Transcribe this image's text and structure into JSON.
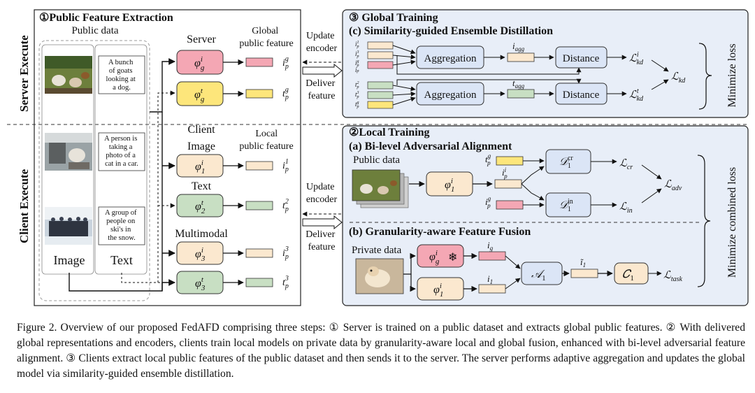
{
  "sections": {
    "public_extraction": "①Public Feature Extraction",
    "global_training": "③ Global Training",
    "ensemble_distillation": "(c) Similarity-guided Ensemble Distillation",
    "local_training": "②Local Training",
    "adversarial_alignment": "(a) Bi-level Adversarial Alignment",
    "feature_fusion": "(b) Granularity-aware Feature Fusion"
  },
  "side_labels": {
    "server": "Server Execute",
    "client": "Client Execute"
  },
  "public_data": {
    "title": "Public data",
    "captions": [
      [
        "A bunch",
        "of goats",
        "looking at",
        "a dog."
      ],
      [
        "A person is",
        "taking a",
        "photo of a",
        "cat in a car."
      ],
      [
        "A group of",
        "people on",
        "ski's in",
        "the snow."
      ]
    ],
    "image_label": "Image",
    "text_label": "Text"
  },
  "labels": {
    "server": "Server",
    "global_feature": [
      "Global",
      "public feature"
    ],
    "client": "Client",
    "image": "Image",
    "text": "Text",
    "multimodal": "Multimodal",
    "local_feature": [
      "Local",
      "public feature"
    ],
    "update_encoder": [
      "Update",
      "encoder"
    ],
    "deliver_feature": [
      "Deliver",
      "feature"
    ],
    "aggregation": "Aggregation",
    "distance": "Distance",
    "minimize_loss": "Minimize loss",
    "public_data": "Public data",
    "private_data": "Private data",
    "minimize_combined": "Minimize combined loss",
    "snowflake": "❄"
  },
  "colors": {
    "pink": "#f4a7b4",
    "yellow": "#fde67b",
    "peach": "#fbe8cf",
    "green": "#c8dfc3",
    "blue_box": "#dbe5f6",
    "panel": "#e8eef8"
  },
  "caption": "Figure 2. Overview of our proposed FedAFD comprising three steps: ① Server is trained on a public dataset and extracts global public features. ② With delivered global representations and encoders, clients train local models on private data by granularity-aware local and global fusion, enhanced with bi-level adversarial feature alignment. ③ Clients extract local public features of the public dataset and then sends it to the server. The server performs adaptive aggregation and updates the global model via similarity-guided ensemble distillation."
}
